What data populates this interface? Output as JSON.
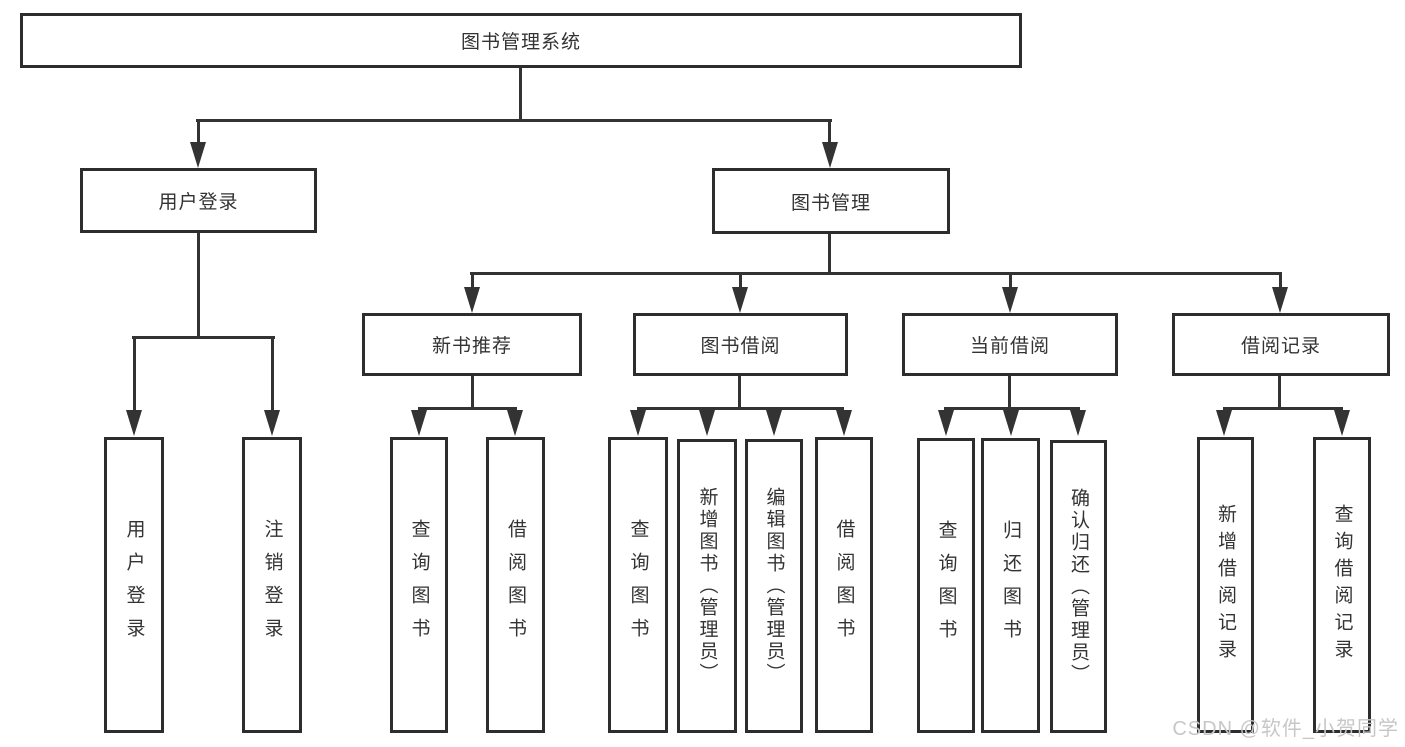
{
  "tree": {
    "label": "图书管理系统",
    "children": [
      {
        "label": "用户登录",
        "children": [
          {
            "label": "用户登录"
          },
          {
            "label": "注销登录"
          }
        ]
      },
      {
        "label": "图书管理",
        "children": [
          {
            "label": "新书推荐",
            "children": [
              {
                "label": "查询图书"
              },
              {
                "label": "借阅图书"
              }
            ]
          },
          {
            "label": "图书借阅",
            "children": [
              {
                "label": "查询图书"
              },
              {
                "label": "新增图书（管理员）"
              },
              {
                "label": "编辑图书（管理员）"
              },
              {
                "label": "借阅图书"
              }
            ]
          },
          {
            "label": "当前借阅",
            "children": [
              {
                "label": "查询图书"
              },
              {
                "label": "归还图书"
              },
              {
                "label": "确认归还（管理员）"
              }
            ]
          },
          {
            "label": "借阅记录",
            "children": [
              {
                "label": "新增借阅记录"
              },
              {
                "label": "查询借阅记录"
              }
            ]
          }
        ]
      }
    ]
  },
  "watermark": {
    "text": "CSDN @软件_小贺同学"
  },
  "colors": {
    "background": "#ffffff",
    "line": "#333333",
    "box_border": "#2d2d2d",
    "text": "#333333",
    "watermark": "#c7c7c7"
  }
}
